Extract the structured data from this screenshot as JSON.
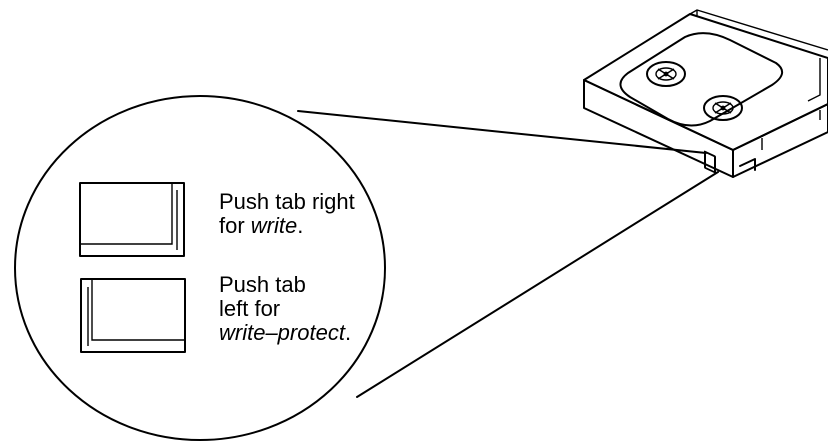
{
  "write_instruction": {
    "line1": "Push tab right",
    "line2_prefix": "for ",
    "line2_emphasis": "write",
    "line2_suffix": "."
  },
  "protect_instruction": {
    "line1": "Push tab",
    "line2": "left for",
    "line3_emphasis": "write–protect",
    "line3_suffix": "."
  },
  "icons": {
    "cartridge": "tape-cartridge-icon",
    "tab_write": "write-enable-tab-icon",
    "tab_protect": "write-protect-tab-icon"
  }
}
